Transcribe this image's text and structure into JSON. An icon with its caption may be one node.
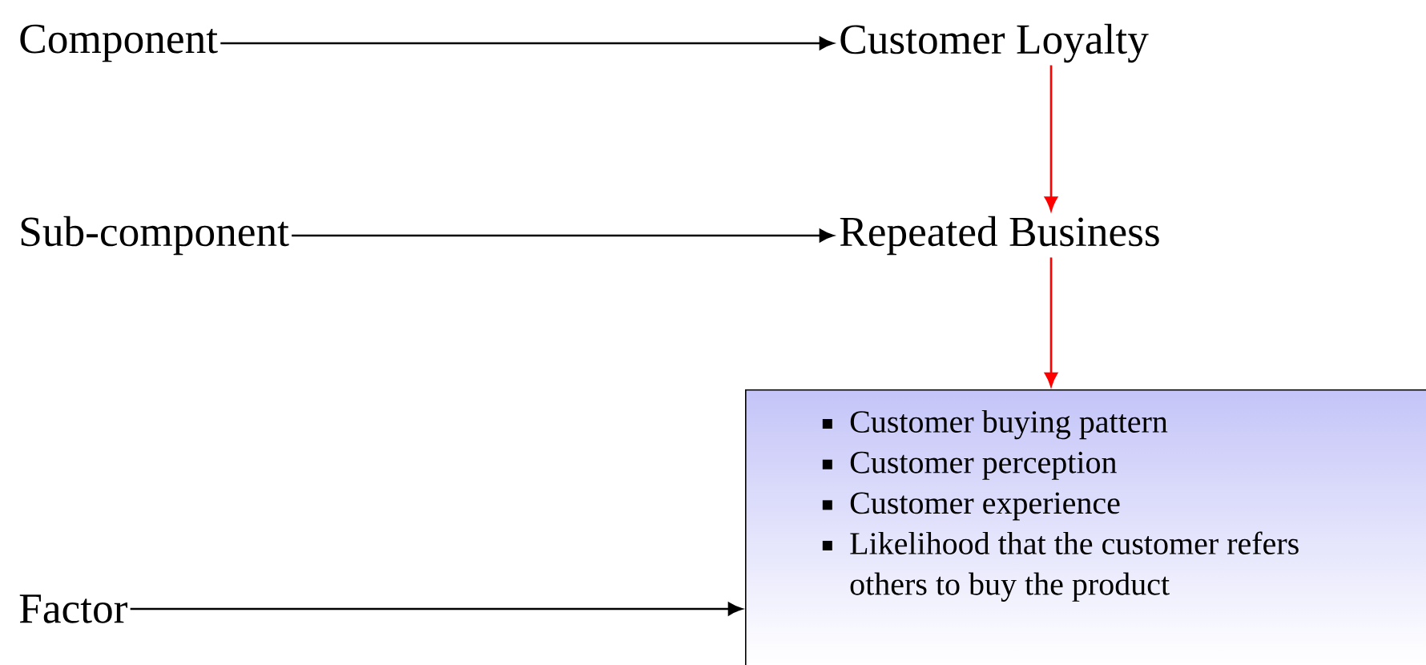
{
  "diagram": {
    "nodes": [
      {
        "text": [
          "Component"
        ]
      },
      {
        "text": [
          "Customer Loyalty"
        ]
      },
      {
        "text": [
          "Sub-component"
        ]
      },
      {
        "text": [
          "Repeated Business"
        ]
      },
      {
        "text": [
          "Factor"
        ]
      },
      {
        "text": [
          "Customer buying pattern",
          "Customer perception",
          "Customer experience",
          "Likelihood that the customer refers others to buy the product"
        ]
      }
    ],
    "edges": [
      {
        "from": 0,
        "to": 1,
        "arrow": "to"
      },
      {
        "from": 1,
        "to": 3,
        "arrow": "to",
        "color": "#ff0000"
      },
      {
        "from": 2,
        "to": 3,
        "arrow": "to"
      },
      {
        "from": 3,
        "to": 5,
        "arrow": "to",
        "color": "#ff0000"
      },
      {
        "from": 4,
        "to": 5,
        "arrow": "to"
      }
    ]
  }
}
